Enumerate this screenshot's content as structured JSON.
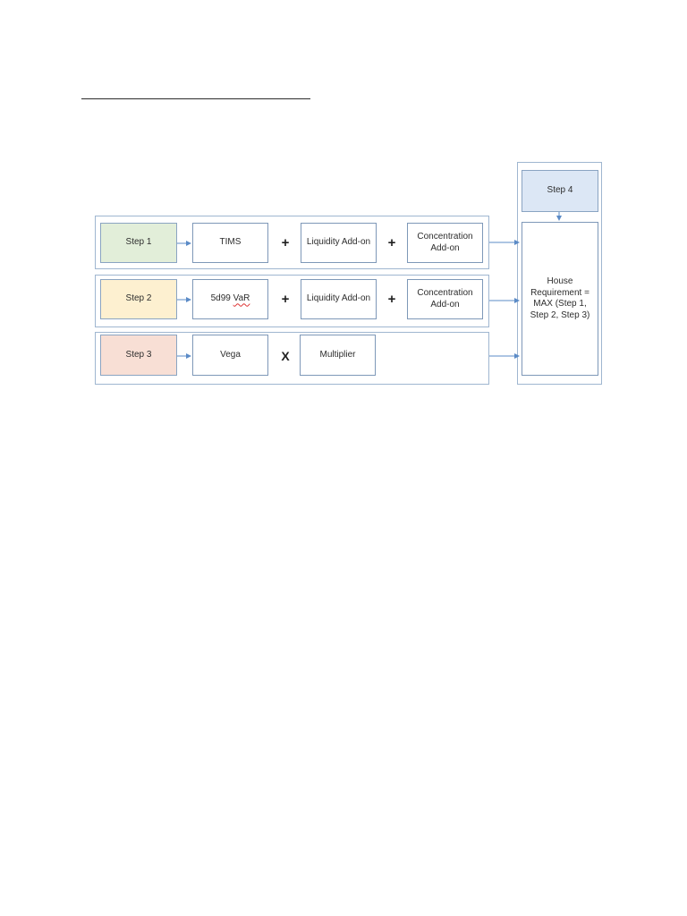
{
  "diagram": {
    "step1": {
      "label": "Step 1",
      "components": [
        "TIMS",
        "Liquidity Add-on",
        "Concentration\nAdd-on"
      ],
      "operators": [
        "+",
        "+"
      ]
    },
    "step2": {
      "label": "Step 2",
      "components": [
        "5d99 ",
        "Liquidity Add-on",
        "Concentration\nAdd-on"
      ],
      "var_text": "VaR",
      "operators": [
        "+",
        "+"
      ]
    },
    "step3": {
      "label": "Step 3",
      "components": [
        "Vega",
        "Multiplier"
      ],
      "operators": [
        "X"
      ]
    },
    "step4": {
      "label": "Step 4"
    },
    "result": {
      "text": "House\nRequirement =\nMAX (Step 1,\nStep 2, Step 3)"
    }
  },
  "colors": {
    "step1_fill": "#e2eed9",
    "step2_fill": "#fdf0d0",
    "step3_fill": "#f8dfd5",
    "step4_fill": "#dce7f5",
    "border": "#9fb6d0",
    "arrow": "#5b8bc7"
  }
}
